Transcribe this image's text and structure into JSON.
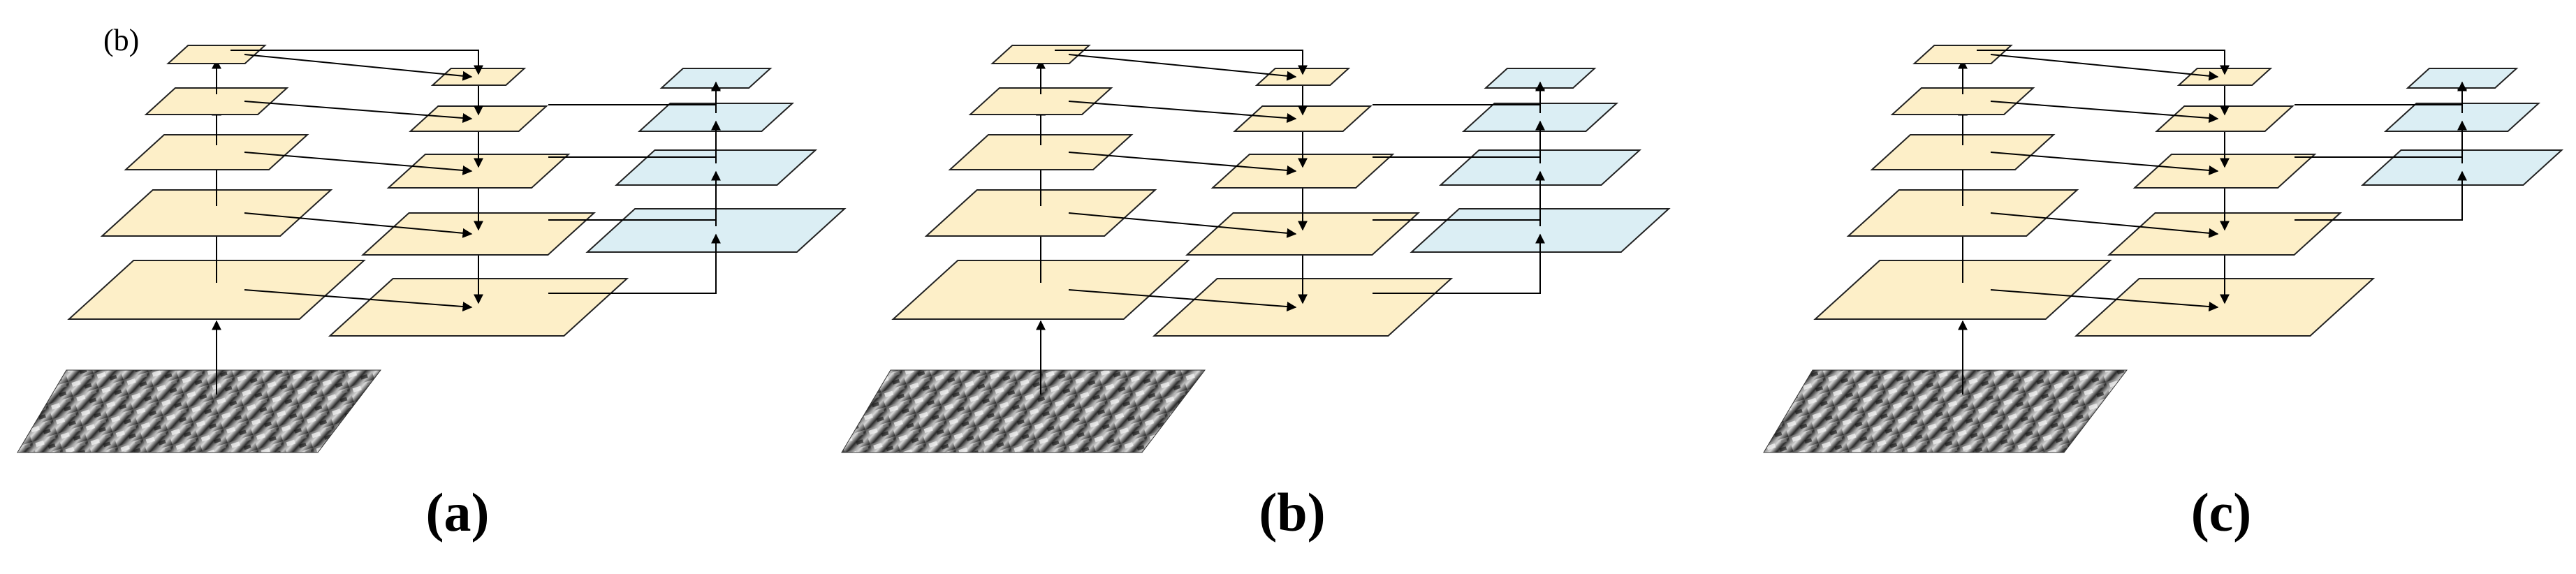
{
  "corner_label": "(b)",
  "panels": [
    {
      "caption": "(a)",
      "backbone_levels": 5,
      "mid_levels": 5,
      "head_levels": 4,
      "has_input_image": true
    },
    {
      "caption": "(b)",
      "backbone_levels": 5,
      "mid_levels": 5,
      "head_levels": 4,
      "has_input_image": true
    },
    {
      "caption": "(c)",
      "backbone_levels": 5,
      "mid_levels": 5,
      "head_levels": 3,
      "has_input_image": true
    }
  ],
  "colors": {
    "backbone_fill": "#fdefc8",
    "mid_fill": "#fdefc8",
    "head_fill": "#dbeef4",
    "stroke": "#222222",
    "arrow": "#000000"
  }
}
